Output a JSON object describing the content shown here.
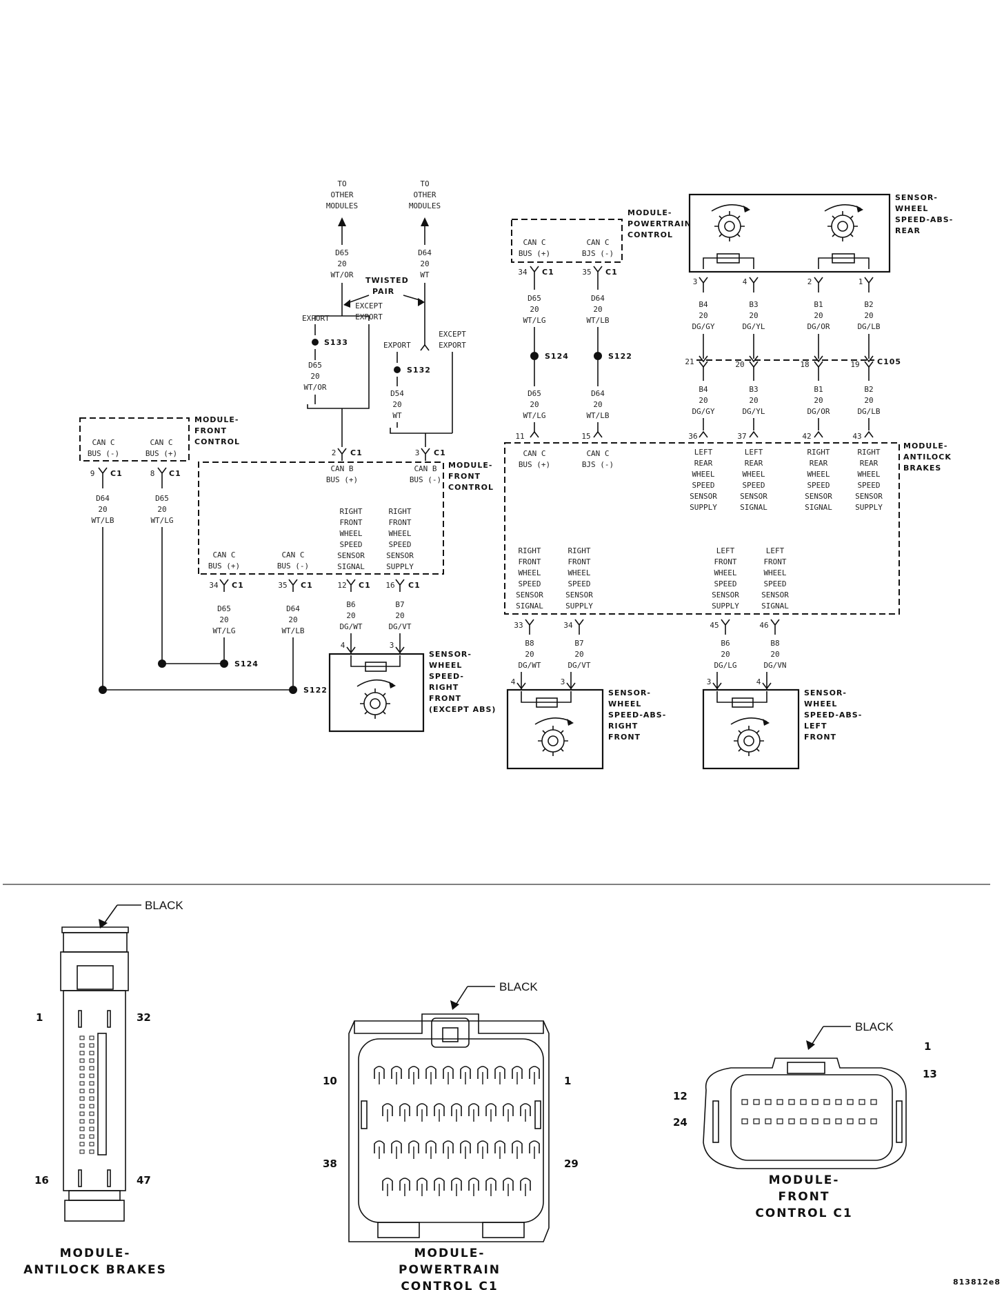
{
  "diagram": {
    "to_modules_1": [
      "TO",
      "OTHER",
      "MODULES"
    ],
    "to_modules_2": [
      "TO",
      "OTHER",
      "MODULES"
    ],
    "wire_d65_top": [
      "D65",
      "20",
      "WT/OR"
    ],
    "wire_d64_top": [
      "D64",
      "20",
      "WT"
    ],
    "twisted_pair": [
      "TWISTED",
      "PAIR"
    ],
    "export": "EXPORT",
    "except_export": [
      "EXCEPT",
      "EXPORT"
    ],
    "splice_s133": "S133",
    "splice_s132": "S132",
    "splice_s124": "S124",
    "splice_s122": "S122",
    "wire_d65_s133": [
      "D65",
      "20",
      "WT/OR"
    ],
    "wire_d54_s132": [
      "D54",
      "20",
      "WT"
    ],
    "module_front_control_label": [
      "MODULE-",
      "FRONT",
      "CONTROL"
    ],
    "module_powertrain_label": [
      "MODULE-",
      "POWERTRAIN",
      "CONTROL"
    ],
    "module_abs_label": [
      "MODULE-",
      "ANTILOCK",
      "BRAKES"
    ],
    "sensor_rear_label": [
      "SENSOR-",
      "WHEEL",
      "SPEED-ABS-",
      "REAR"
    ],
    "sensor_rf_except_label": [
      "SENSOR-",
      "WHEEL",
      "SPEED-",
      "RIGHT",
      "FRONT",
      "(EXCEPT ABS)"
    ],
    "sensor_rf_abs_label": [
      "SENSOR-",
      "WHEEL",
      "SPEED-ABS-",
      "RIGHT",
      "FRONT"
    ],
    "sensor_lf_abs_label": [
      "SENSOR-",
      "WHEEL",
      "SPEED-ABS-",
      "LEFT",
      "FRONT"
    ],
    "can_c_bus_minus": [
      "CAN C",
      "BUS (-)"
    ],
    "can_c_bus_plus": [
      "CAN C",
      "BUS (+)"
    ],
    "can_b_bus_plus": [
      "CAN B",
      "BUS (+)"
    ],
    "can_b_bus_minus": [
      "CAN B",
      "BUS (-)"
    ],
    "can_c_bjs_minus": [
      "CAN C",
      "BJS (-)"
    ],
    "fcm_pins": {
      "p9": "9",
      "p8": "8",
      "p2": "2",
      "p3": "3",
      "p34": "34",
      "p35": "35",
      "p12": "12",
      "p16": "16",
      "c1": "C1"
    },
    "pcm_pins": {
      "p34": "34",
      "p35": "35"
    },
    "abs_pins": {
      "p11": "11",
      "p15": "15",
      "p36": "36",
      "p37": "37",
      "p42": "42",
      "p43": "43",
      "p33": "33",
      "p34": "34",
      "p45": "45",
      "p46": "46"
    },
    "c105": "C105",
    "c105_pins": [
      "21",
      "20",
      "18",
      "19"
    ],
    "rear_pins": [
      "3",
      "4",
      "2",
      "1"
    ],
    "wire_fcm_d64": [
      "D64",
      "20",
      "WT/LB"
    ],
    "wire_fcm_d65": [
      "D65",
      "20",
      "WT/LG"
    ],
    "wire_fcm34": [
      "D65",
      "20",
      "WT/LG"
    ],
    "wire_fcm35": [
      "D64",
      "20",
      "WT/LB"
    ],
    "wire_b6_fcm": [
      "B6",
      "20",
      "DG/WT"
    ],
    "wire_b7_fcm": [
      "B7",
      "20",
      "DG/VT"
    ],
    "wire_pcm_d65": [
      "D65",
      "20",
      "WT/LG"
    ],
    "wire_pcm_d64": [
      "D64",
      "20",
      "WT/LB"
    ],
    "wire_abs_d65": [
      "D65",
      "20",
      "WT/LG"
    ],
    "wire_abs_d64": [
      "D64",
      "20",
      "WT/LB"
    ],
    "wire_rear": [
      [
        "B4",
        "20",
        "DG/GY"
      ],
      [
        "B3",
        "20",
        "DG/YL"
      ],
      [
        "B1",
        "20",
        "DG/OR"
      ],
      [
        "B2",
        "20",
        "DG/LB"
      ]
    ],
    "wire_rear_lower": [
      [
        "B4",
        "20",
        "DG/GY"
      ],
      [
        "B3",
        "20",
        "DG/YL"
      ],
      [
        "B1",
        "20",
        "DG/OR"
      ],
      [
        "B2",
        "20",
        "DG/LB"
      ]
    ],
    "wire_abs_bottom": [
      [
        "B8",
        "20",
        "DG/WT"
      ],
      [
        "B7",
        "20",
        "DG/VT"
      ],
      [
        "B6",
        "20",
        "DG/LG"
      ],
      [
        "B8",
        "20",
        "DG/VN"
      ]
    ],
    "abs_rear_signals": [
      [
        "LEFT",
        "REAR",
        "WHEEL",
        "SPEED",
        "SENSOR",
        "SUPPLY"
      ],
      [
        "LEFT",
        "REAR",
        "WHEEL",
        "SPEED",
        "SENSOR",
        "SIGNAL"
      ],
      [
        "RIGHT",
        "REAR",
        "WHEEL",
        "SPEED",
        "SENSOR",
        "SIGNAL"
      ],
      [
        "RIGHT",
        "REAR",
        "WHEEL",
        "SPEED",
        "SENSOR",
        "SUPPLY"
      ]
    ],
    "abs_front_signals": [
      [
        "RIGHT",
        "FRONT",
        "WHEEL",
        "SPEED",
        "SENSOR",
        "SIGNAL"
      ],
      [
        "RIGHT",
        "FRONT",
        "WHEEL",
        "SPEED",
        "SENSOR",
        "SUPPLY"
      ],
      [
        "LEFT",
        "FRONT",
        "WHEEL",
        "SPEED",
        "SENSOR",
        "SUPPLY"
      ],
      [
        "LEFT",
        "FRONT",
        "WHEEL",
        "SPEED",
        "SENSOR",
        "SIGNAL"
      ]
    ],
    "fcm_speed_signals": [
      [
        "RIGHT",
        "FRONT",
        "WHEEL",
        "SPEED",
        "SENSOR",
        "SIGNAL"
      ],
      [
        "RIGHT",
        "FRONT",
        "WHEEL",
        "SPEED",
        "SENSOR",
        "SUPPLY"
      ]
    ],
    "sensor_pins_fcm": [
      "4",
      "3"
    ],
    "sensor_pins_rf": [
      "4",
      "3"
    ],
    "sensor_pins_lf": [
      "3",
      "4"
    ]
  },
  "connectors": {
    "black": "BLACK",
    "abs": {
      "name": [
        "MODULE-",
        "ANTILOCK BRAKES"
      ],
      "pins": {
        "p1": "1",
        "p32": "32",
        "p16": "16",
        "p47": "47"
      }
    },
    "pcm": {
      "name": [
        "MODULE-",
        "POWERTRAIN",
        "CONTROL C1"
      ],
      "pins": {
        "p10": "10",
        "p1": "1",
        "p38": "38",
        "p29": "29"
      }
    },
    "fcm": {
      "name": [
        "MODULE-",
        "FRONT",
        "CONTROL C1"
      ],
      "pins": {
        "p1": "1",
        "p13": "13",
        "p12": "12",
        "p24": "24"
      }
    },
    "figure_id": "813812e8"
  }
}
